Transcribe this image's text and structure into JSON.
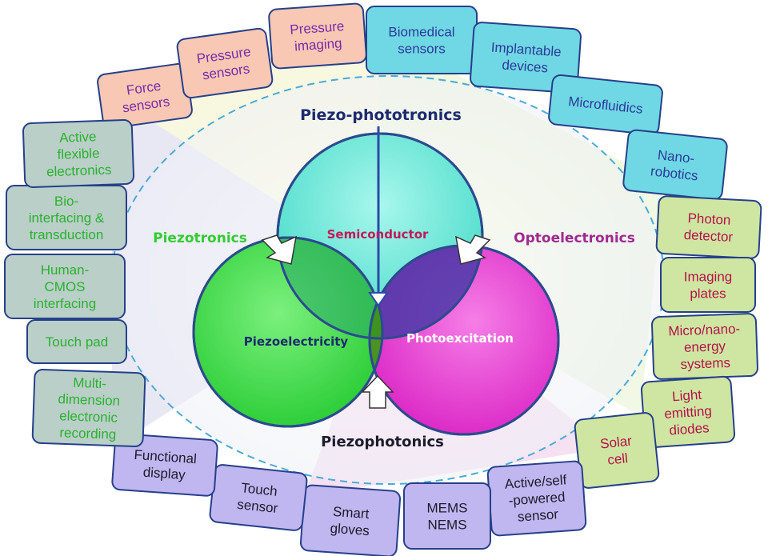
{
  "colors": {
    "pink_box": "#f8c8b4",
    "pink_text": "#7a2aa8",
    "cyan_box": "#6fd8e4",
    "cyan_text": "#2e3a9a",
    "green_box": "#cfe6a2",
    "green_text": "#b3124a",
    "grey_box": "#b9cfc8",
    "grey_text": "#2bb12f",
    "lavender_box": "#c0b6f0",
    "lavender_text": "#1c1c2c",
    "box_border": "#26408a",
    "semiconductor": "#5ee6d6",
    "piezoelectricity": "#3ce04a",
    "photoexcitation": "#e83ad2"
  },
  "center": {
    "top": "Piezo-phototronics",
    "left": "Piezotronics",
    "right": "Optoelectronics",
    "bottom": "Piezophotonics",
    "circle_top": "Semiconductor",
    "circle_left": "Piezoelectricity",
    "circle_right": "Photoexcitation"
  },
  "boxes": [
    {
      "group": "pink",
      "lines": [
        "Force",
        "sensors"
      ]
    },
    {
      "group": "pink",
      "lines": [
        "Pressure",
        "sensors"
      ]
    },
    {
      "group": "pink",
      "lines": [
        "Pressure",
        "imaging"
      ]
    },
    {
      "group": "cyan",
      "lines": [
        "Biomedical",
        "sensors"
      ]
    },
    {
      "group": "cyan",
      "lines": [
        "Implantable",
        "devices"
      ]
    },
    {
      "group": "cyan",
      "lines": [
        "Microfluidics"
      ]
    },
    {
      "group": "cyan",
      "lines": [
        "Nano-",
        "robotics"
      ]
    },
    {
      "group": "green",
      "lines": [
        "Photon",
        "detector"
      ]
    },
    {
      "group": "green",
      "lines": [
        "Imaging",
        "plates"
      ]
    },
    {
      "group": "green",
      "lines": [
        "Micro/nano-",
        "energy",
        "systems"
      ]
    },
    {
      "group": "green",
      "lines": [
        "Light",
        "emitting",
        "diodes"
      ]
    },
    {
      "group": "green",
      "lines": [
        "Solar",
        "cell"
      ]
    },
    {
      "group": "lavender",
      "lines": [
        "Active/self",
        "-powered",
        "sensor"
      ]
    },
    {
      "group": "lavender",
      "lines": [
        "MEMS",
        "NEMS"
      ]
    },
    {
      "group": "lavender",
      "lines": [
        "Smart",
        "gloves"
      ]
    },
    {
      "group": "lavender",
      "lines": [
        "Touch",
        "sensor"
      ]
    },
    {
      "group": "lavender",
      "lines": [
        "Functional",
        "display"
      ]
    },
    {
      "group": "grey",
      "lines": [
        "Multi-",
        "dimension",
        "electronic",
        "recording"
      ]
    },
    {
      "group": "grey",
      "lines": [
        "Touch pad"
      ]
    },
    {
      "group": "grey",
      "lines": [
        "Human-",
        "CMOS",
        "interfacing"
      ]
    },
    {
      "group": "grey",
      "lines": [
        "Bio-",
        "interfacing &",
        "transduction"
      ]
    },
    {
      "group": "grey",
      "lines": [
        "Active",
        "flexible",
        "electronics"
      ]
    }
  ]
}
